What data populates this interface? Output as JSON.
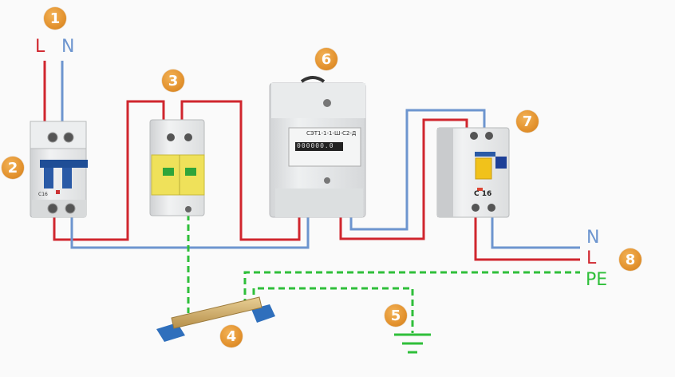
{
  "diagram": {
    "title": "Single-phase meter wiring diagram",
    "wire_colors": {
      "line": "#d0262e",
      "neutral": "#6d95cf",
      "protective_earth": "#2fbf3a",
      "badge": "#e3922e"
    },
    "input_labels": {
      "line": "L",
      "neutral": "N"
    },
    "output_labels": {
      "neutral": "N",
      "line": "L",
      "protective_earth": "PE"
    },
    "components": [
      {
        "number": "1",
        "name": "Input supply (L, N)"
      },
      {
        "number": "2",
        "name": "Main circuit breaker"
      },
      {
        "number": "3",
        "name": "Surge protection device"
      },
      {
        "number": "4",
        "name": "PE busbar"
      },
      {
        "number": "5",
        "name": "Ground"
      },
      {
        "number": "6",
        "name": "Electricity meter"
      },
      {
        "number": "7",
        "name": "RCBO (differential breaker)"
      },
      {
        "number": "8",
        "name": "Output lines (N, L, PE)"
      }
    ],
    "meter": {
      "model": "СЭТ1-1-1-Ш-С2-Д",
      "display": "000000.0"
    },
    "rcbo": {
      "rating": "C 16",
      "class": "C"
    },
    "breaker": {
      "rating": "C16"
    }
  }
}
